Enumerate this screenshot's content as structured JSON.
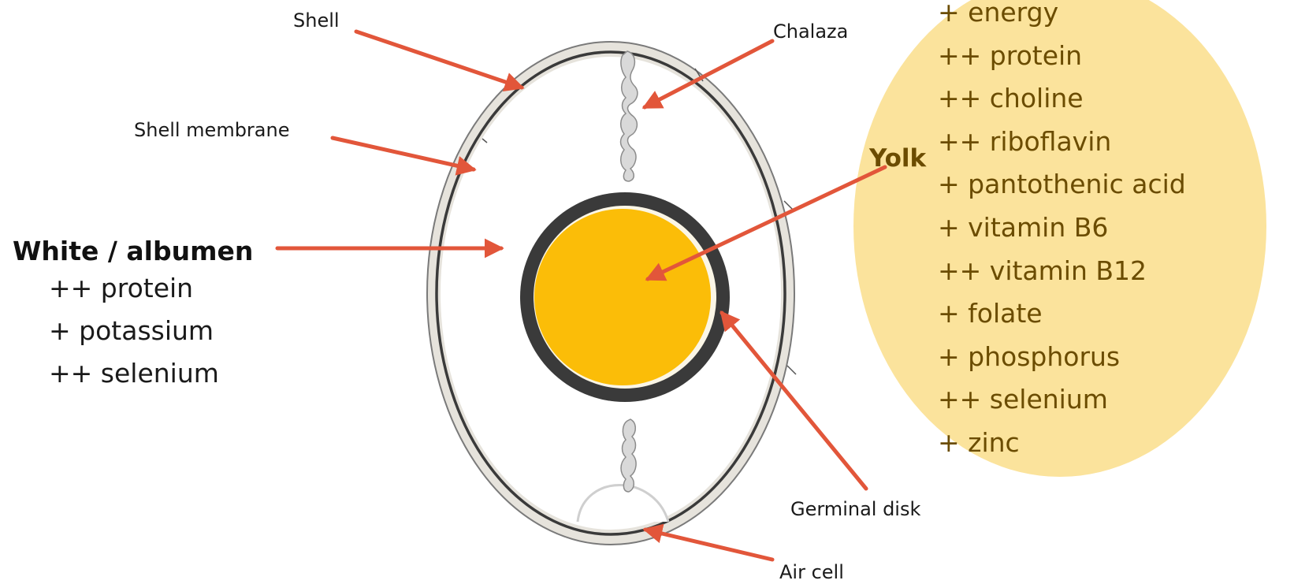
{
  "labels": {
    "shell": "Shell",
    "chalaza": "Chalaza",
    "shell_membrane": "Shell membrane",
    "germinal_disk": "Germinal disk",
    "air_cell": "Air cell"
  },
  "white": {
    "title": "White / albumen",
    "nutrients": [
      "++ protein",
      "+ potassium",
      "++ selenium"
    ]
  },
  "yolk": {
    "title": "Yolk",
    "nutrients": [
      "+ energy",
      "++ protein",
      "++ choline",
      "++ riboflavin",
      "+ pantothenic acid",
      "+ vitamin B6",
      "++ vitamin B12",
      "+ folate",
      "+ phosphorus",
      "++ selenium",
      "+ zinc"
    ]
  },
  "colors": {
    "arrow": "#e2563a",
    "yolk": "#fbbd08",
    "yolk_panel": "#fbe39c",
    "shell_fill": "#e6e3dc",
    "membrane": "#3a3a3a"
  }
}
